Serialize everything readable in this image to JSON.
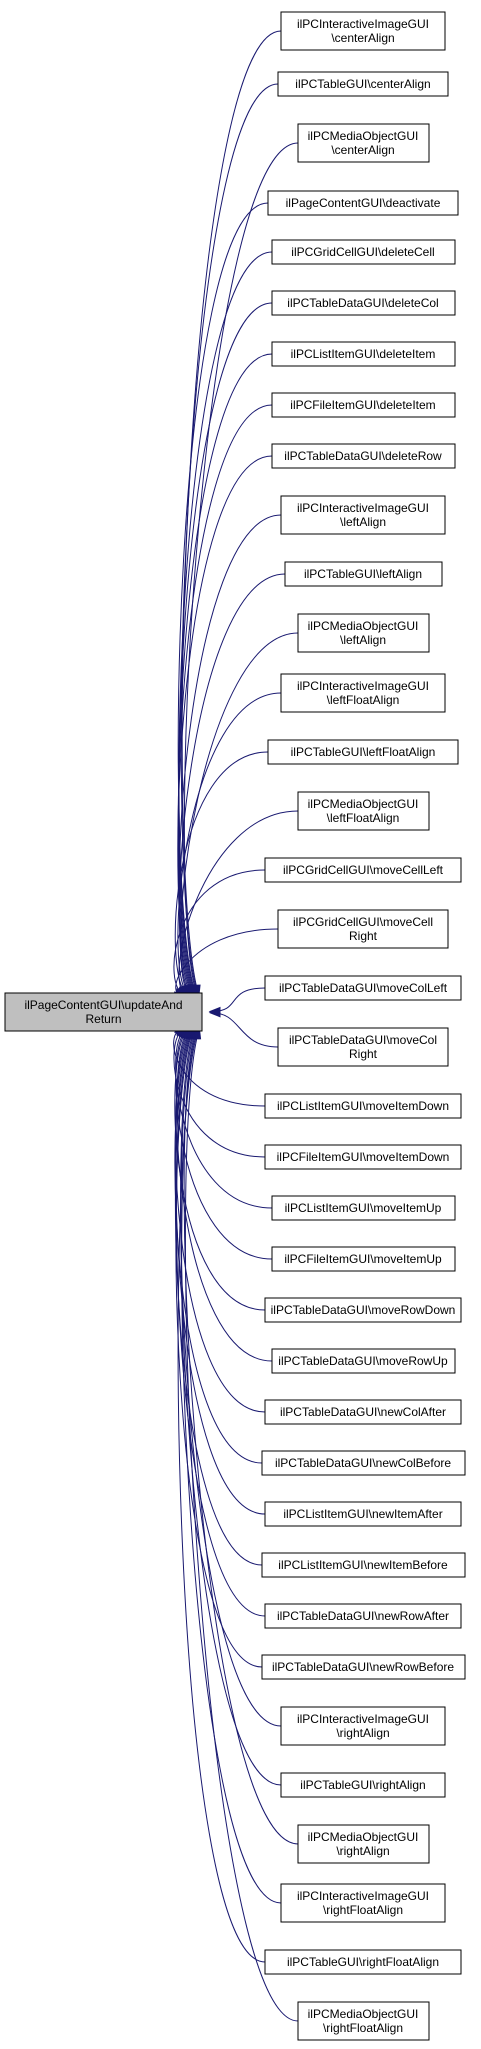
{
  "root": {
    "lines": [
      "ilPageContentGUI\\updateAnd",
      "Return"
    ]
  },
  "callers": [
    {
      "lines": [
        "ilPCInteractiveImageGUI",
        "\\centerAlign"
      ]
    },
    {
      "lines": [
        "ilPCTableGUI\\centerAlign"
      ]
    },
    {
      "lines": [
        "ilPCMediaObjectGUI",
        "\\centerAlign"
      ]
    },
    {
      "lines": [
        "ilPageContentGUI\\deactivate"
      ]
    },
    {
      "lines": [
        "ilPCGridCellGUI\\deleteCell"
      ]
    },
    {
      "lines": [
        "ilPCTableDataGUI\\deleteCol"
      ]
    },
    {
      "lines": [
        "ilPCListItemGUI\\deleteItem"
      ]
    },
    {
      "lines": [
        "ilPCFileItemGUI\\deleteItem"
      ]
    },
    {
      "lines": [
        "ilPCTableDataGUI\\deleteRow"
      ]
    },
    {
      "lines": [
        "ilPCInteractiveImageGUI",
        "\\leftAlign"
      ]
    },
    {
      "lines": [
        "ilPCTableGUI\\leftAlign"
      ]
    },
    {
      "lines": [
        "ilPCMediaObjectGUI",
        "\\leftAlign"
      ]
    },
    {
      "lines": [
        "ilPCInteractiveImageGUI",
        "\\leftFloatAlign"
      ]
    },
    {
      "lines": [
        "ilPCTableGUI\\leftFloatAlign"
      ]
    },
    {
      "lines": [
        "ilPCMediaObjectGUI",
        "\\leftFloatAlign"
      ]
    },
    {
      "lines": [
        "ilPCGridCellGUI\\moveCellLeft"
      ]
    },
    {
      "lines": [
        "ilPCGridCellGUI\\moveCell",
        "Right"
      ]
    },
    {
      "lines": [
        "ilPCTableDataGUI\\moveColLeft"
      ]
    },
    {
      "lines": [
        "ilPCTableDataGUI\\moveCol",
        "Right"
      ]
    },
    {
      "lines": [
        "ilPCListItemGUI\\moveItemDown"
      ]
    },
    {
      "lines": [
        "ilPCFileItemGUI\\moveItemDown"
      ]
    },
    {
      "lines": [
        "ilPCListItemGUI\\moveItemUp"
      ]
    },
    {
      "lines": [
        "ilPCFileItemGUI\\moveItemUp"
      ]
    },
    {
      "lines": [
        "ilPCTableDataGUI\\moveRowDown"
      ]
    },
    {
      "lines": [
        "ilPCTableDataGUI\\moveRowUp"
      ]
    },
    {
      "lines": [
        "ilPCTableDataGUI\\newColAfter"
      ]
    },
    {
      "lines": [
        "ilPCTableDataGUI\\newColBefore"
      ]
    },
    {
      "lines": [
        "ilPCListItemGUI\\newItemAfter"
      ]
    },
    {
      "lines": [
        "ilPCListItemGUI\\newItemBefore"
      ]
    },
    {
      "lines": [
        "ilPCTableDataGUI\\newRowAfter"
      ]
    },
    {
      "lines": [
        "ilPCTableDataGUI\\newRowBefore"
      ]
    },
    {
      "lines": [
        "ilPCInteractiveImageGUI",
        "\\rightAlign"
      ]
    },
    {
      "lines": [
        "ilPCTableGUI\\rightAlign"
      ]
    },
    {
      "lines": [
        "ilPCMediaObjectGUI",
        "\\rightAlign"
      ]
    },
    {
      "lines": [
        "ilPCInteractiveImageGUI",
        "\\rightFloatAlign"
      ]
    },
    {
      "lines": [
        "ilPCTableGUI\\rightFloatAlign"
      ]
    },
    {
      "lines": [
        "ilPCMediaObjectGUI",
        "\\rightFloatAlign"
      ]
    }
  ],
  "colors": {
    "edge": "#191970",
    "root_fill": "#bfbfbf",
    "node_fill": "#ffffff"
  }
}
